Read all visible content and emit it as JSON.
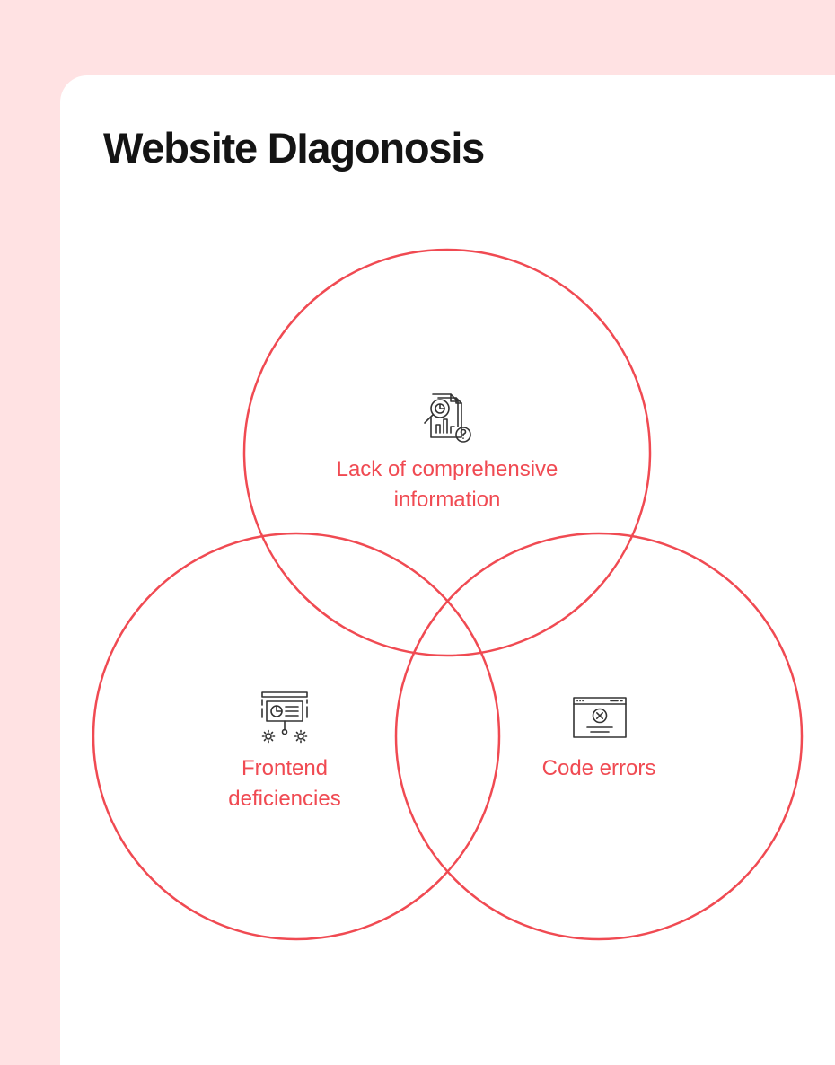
{
  "title": "Website DIagonosis",
  "colors": {
    "page_background": "#ffe2e3",
    "card_background": "#ffffff",
    "accent": "#f04a52",
    "title_text": "#141414",
    "icon_stroke": "#333333"
  },
  "circles": [
    {
      "id": "top",
      "icon": "report-analysis-icon",
      "lines": [
        "Lack of comprehensive",
        "information"
      ]
    },
    {
      "id": "left",
      "icon": "presentation-settings-icon",
      "lines": [
        "Frontend",
        "deficiencies"
      ]
    },
    {
      "id": "right",
      "icon": "browser-error-icon",
      "lines": [
        "Code errors"
      ]
    }
  ]
}
